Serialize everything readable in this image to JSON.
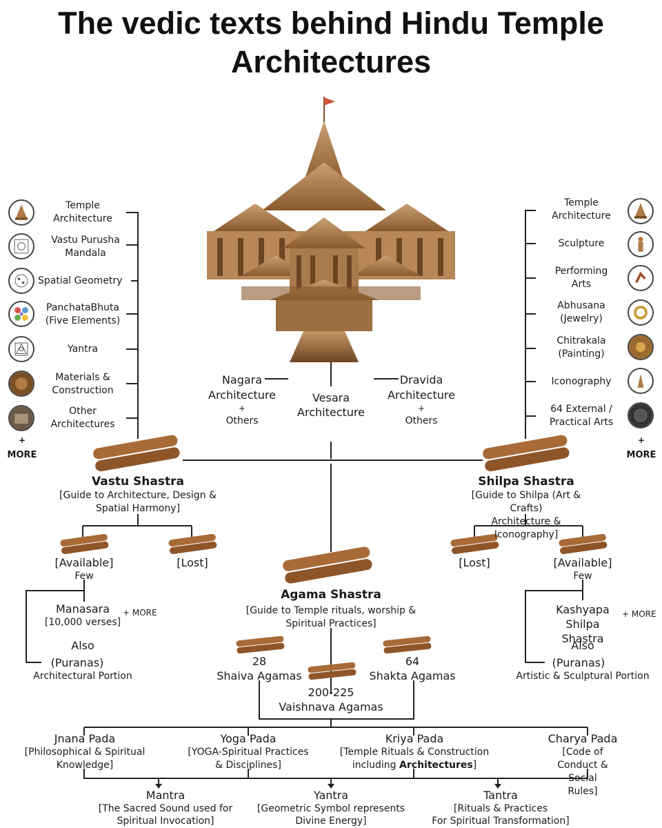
{
  "title": "The vedic texts behind Hindu Temple Architectures",
  "left_items": [
    {
      "label": "Temple\nArchitecture",
      "icon": "temple-icon"
    },
    {
      "label": "Vastu Purusha\nMandala",
      "icon": "vastu-purusha-icon"
    },
    {
      "label": "Spatial Geometry",
      "icon": "geometry-icon"
    },
    {
      "label": "PanchataBhuta\n(Five Elements)",
      "icon": "five-elements-icon"
    },
    {
      "label": "Yantra",
      "icon": "yantra-icon"
    },
    {
      "label": "Materials &\nConstruction",
      "icon": "materials-icon"
    },
    {
      "label": "Other\nArchitectures",
      "icon": "architecture-icon"
    }
  ],
  "right_items": [
    {
      "label": "Temple\nArchitecture",
      "icon": "temple-icon"
    },
    {
      "label": "Sculpture",
      "icon": "sculpture-icon"
    },
    {
      "label": "Performing\nArts",
      "icon": "dance-icon"
    },
    {
      "label": "Abhusana\n(Jewelry)",
      "icon": "jewelry-icon"
    },
    {
      "label": "Chitrakala\n(Painting)",
      "icon": "painting-icon"
    },
    {
      "label": "Iconography",
      "icon": "iconography-icon"
    },
    {
      "label": "64 External /\nPractical Arts",
      "icon": "arts-icon"
    }
  ],
  "more_plus": "+",
  "more": "MORE",
  "styles": {
    "nagara": "Nagara",
    "nagara2": "Architecture",
    "vesara": "Vesara\nArchitecture",
    "dravida": "Dravida",
    "dravida2": "Architecture",
    "plus": "+",
    "others": "Others"
  },
  "vastu": {
    "name": "Vastu Shastra",
    "desc": "[Guide to Architecture, Design &\nSpatial Harmony]"
  },
  "shilpa": {
    "name": "Shilpa Shastra",
    "desc": "[Guide to Shilpa (Art & Crafts)\nArchitecture & Iconography]"
  },
  "agama": {
    "name": "Agama Shastra",
    "desc": "[Guide to Temple rituals, worship &\nSpiritual Practices]"
  },
  "available": "[Available]",
  "few": "Few",
  "lost": "[Lost]",
  "manasara": "Manasara",
  "manasara_verses": "[10,000 verses]",
  "plus_more": "+ MORE",
  "kashyapa": "Kashyapa\nShilpa Shastra",
  "also": "Also",
  "puranas": "(Puranas)",
  "arch_portion": "Architectural Portion",
  "art_portion": "Artistic & Sculptural Portion",
  "shaiva_num": "28",
  "shaiva": "Shaiva Agamas",
  "shakta_num": "64",
  "shakta": "Shakta Agamas",
  "vaishnava_num": "200-225",
  "vaishnava": "Vaishnava Agamas",
  "padas": [
    {
      "name": "Jnana Pada",
      "desc": "[Philosophical & Spiritual\nKnowledge]"
    },
    {
      "name": "Yoga Pada",
      "desc": "[YOGA-Spiritual Practices\n& Disciplines]"
    },
    {
      "name": "Kriya Pada",
      "desc_a": "[Temple Rituals & Construction",
      "desc_b": "including ",
      "desc_bold": "Architectures",
      "desc_c": "]"
    },
    {
      "name": "Charya Pada",
      "desc": "[Code of Conduct & Social\nRules]"
    }
  ],
  "bottom": [
    {
      "name": "Mantra",
      "desc": "[The Sacred Sound used for\nSpiritual Invocation]"
    },
    {
      "name": "Yantra",
      "desc": "[Geometric Symbol represents\nDivine Energy]"
    },
    {
      "name": "Tantra",
      "desc": "[Rituals & Practices\nFor Spiritual Transformation]"
    }
  ],
  "colors": {
    "wood": "#b07a45",
    "wood_dark": "#7a4f26",
    "scroll": "#9c6233",
    "line": "#222222",
    "flag": "#d2553a"
  }
}
